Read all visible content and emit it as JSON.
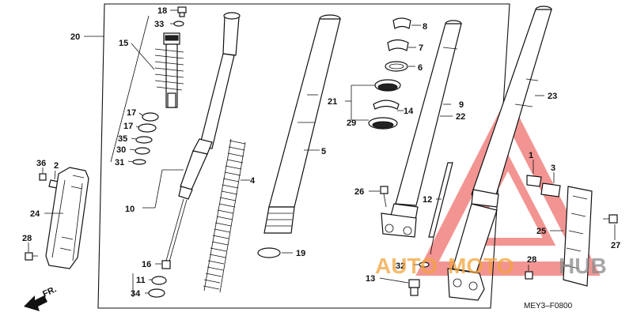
{
  "callouts": {
    "c18": "18",
    "c33a": "33",
    "c20": "20",
    "c15": "15",
    "c17a": "17",
    "c17b": "17",
    "c35": "35",
    "c30": "30",
    "c31": "31",
    "c36": "36",
    "c2": "2",
    "c24": "24",
    "c28a": "28",
    "c10": "10",
    "c16": "16",
    "c11": "11",
    "c34": "34",
    "c4": "4",
    "c5": "5",
    "c19": "19",
    "c8": "8",
    "c7": "7",
    "c6": "6",
    "c21": "21",
    "c14": "14",
    "c29": "29",
    "c9": "9",
    "c22": "22",
    "c26": "26",
    "c12": "12",
    "c32": "32",
    "c13": "13",
    "c23": "23",
    "c1": "1",
    "c3": "3",
    "c25": "25",
    "c27": "27",
    "c28b": "28"
  },
  "direction_label": "FR.",
  "diagram_code": "MEY3–F0800",
  "watermark": {
    "text_auto": "AUTO",
    "text_moto": "MOTO",
    "text_hub": "HUB",
    "color_red": "#e8403a",
    "color_orange": "#f2a33a",
    "color_gray": "#8a8a8a"
  }
}
